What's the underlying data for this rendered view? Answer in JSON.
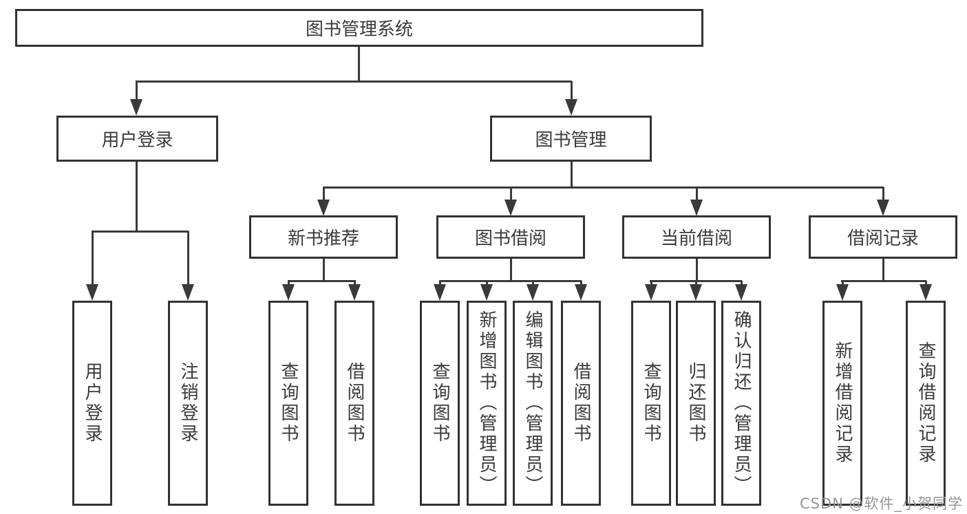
{
  "diagram_title": "图书管理系统",
  "nodes": {
    "root": "图书管理系统",
    "user_login_branch": "用户登录",
    "book_mgmt_branch": "图书管理",
    "new_books": "新书推荐",
    "book_borrow": "图书借阅",
    "current_borrow": "当前借阅",
    "borrow_records": "借阅记录",
    "leaf_user_login": "用户登录",
    "leaf_logout": "注销登录",
    "leaf_nb_query": "查询图书",
    "leaf_nb_borrow": "借阅图书",
    "leaf_bb_query": "查询图书",
    "leaf_bb_add": "新增图书（管理员）",
    "leaf_bb_edit": "编辑图书（管理员）",
    "leaf_bb_borrow": "借阅图书",
    "leaf_cb_query": "查询图书",
    "leaf_cb_return": "归还图书",
    "leaf_cb_confirm": "确认归还（管理员）",
    "leaf_br_add": "新增借阅记录",
    "leaf_br_query": "查询借阅记录"
  },
  "watermark": "CSDN @软件_小贺同学",
  "colors": {
    "line": "#3a3a3a",
    "box_border": "#323232",
    "text": "#3a3a3a",
    "watermark": "#969696",
    "background": "#ffffff"
  }
}
